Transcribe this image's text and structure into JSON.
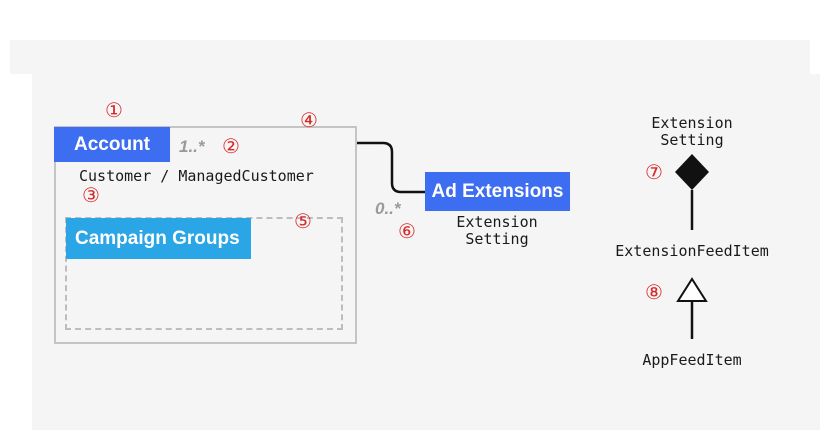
{
  "colors": {
    "accent_blue": "#3d6df0",
    "light_blue": "#2aa5e6",
    "marker_red": "#d62929",
    "multiplicity_gray": "#9a9a9a",
    "frame_gray": "#c4c4c4",
    "background": "#f5f5f5"
  },
  "diagram": {
    "account_label": "Account",
    "account_subtitle": "Customer / ManagedCustomer",
    "campaign_groups_label": "Campaign Groups",
    "ad_extensions_label": "Ad Extensions",
    "ad_extensions_sub_line1": "Extension",
    "ad_extensions_sub_line2": "Setting",
    "multiplicity_account": "1..*",
    "multiplicity_adext": "0..*"
  },
  "markers": {
    "m1": "①",
    "m2": "②",
    "m3": "③",
    "m4": "④",
    "m5": "⑤",
    "m6": "⑥",
    "m7": "⑦",
    "m8": "⑧"
  },
  "legend": {
    "composition_top_line1": "Extension",
    "composition_top_line2": "Setting",
    "middle_item": "ExtensionFeedItem",
    "bottom_item": "AppFeedItem"
  }
}
